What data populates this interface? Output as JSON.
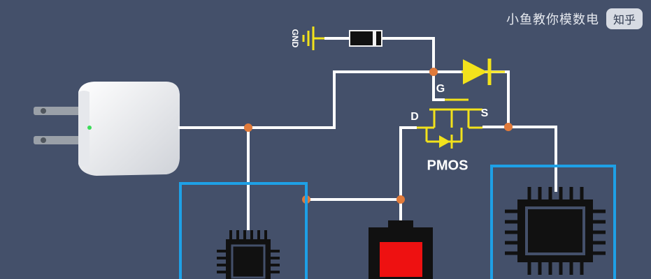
{
  "watermark": {
    "title": "小鱼教你模数电",
    "platform": "知乎"
  },
  "labels": {
    "gnd": "GND",
    "gate": "G",
    "drain": "D",
    "source": "S",
    "transistor": "PMOS"
  },
  "colors": {
    "background": "#44506a",
    "wire": "#ffffff",
    "junction": "#e07a3a",
    "component": "#f2e21b",
    "box": "#1ea0e6",
    "battery_fill": "#ee1111",
    "chip": "#111111"
  },
  "icons": [
    "usb-charger-icon",
    "chip-icon",
    "battery-icon",
    "diode-icon",
    "ground-icon",
    "pmos-icon"
  ]
}
